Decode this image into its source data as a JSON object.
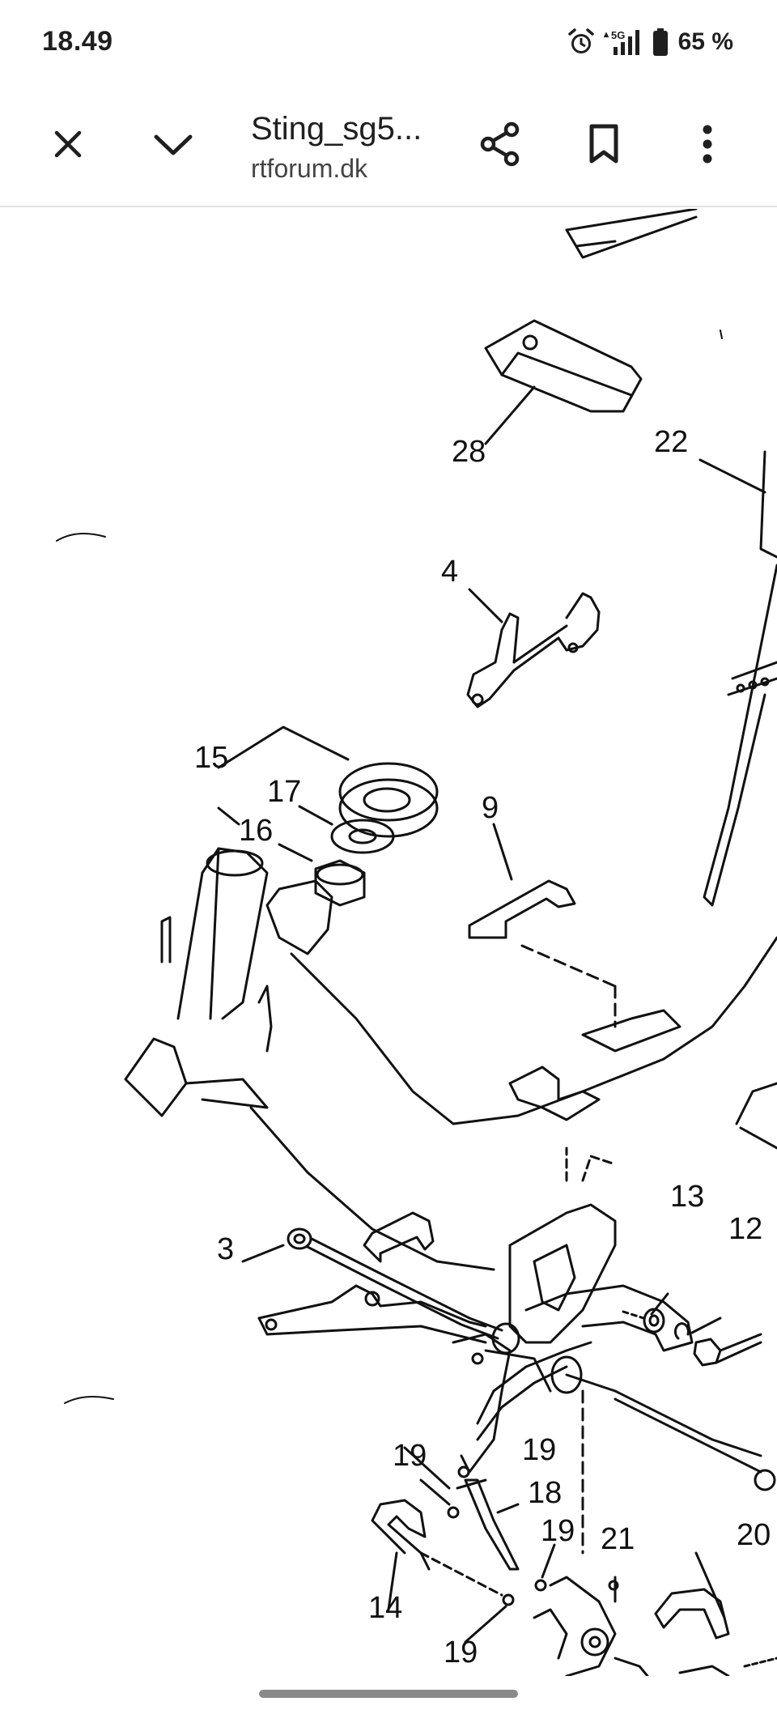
{
  "status_bar": {
    "time": "18.49",
    "network": "5G",
    "battery": "65 %",
    "icons": [
      "alarm-icon",
      "signal-icon",
      "battery-icon"
    ]
  },
  "toolbar": {
    "title": "Sting_sg5...",
    "domain": "rtforum.dk",
    "icons": [
      "close-icon",
      "chevron-down-icon",
      "share-icon",
      "bookmark-icon",
      "more-vert-icon"
    ]
  },
  "diagram": {
    "callouts": [
      "28",
      "22",
      "4",
      "15",
      "17",
      "16",
      "9",
      "13",
      "12",
      "3",
      "19",
      "19",
      "18",
      "19",
      "21",
      "20",
      "14",
      "19"
    ]
  },
  "colors": {
    "background": "#ffffff",
    "text": "#1f1f1f",
    "divider": "#e3e3e3",
    "line_art": "#111111"
  }
}
